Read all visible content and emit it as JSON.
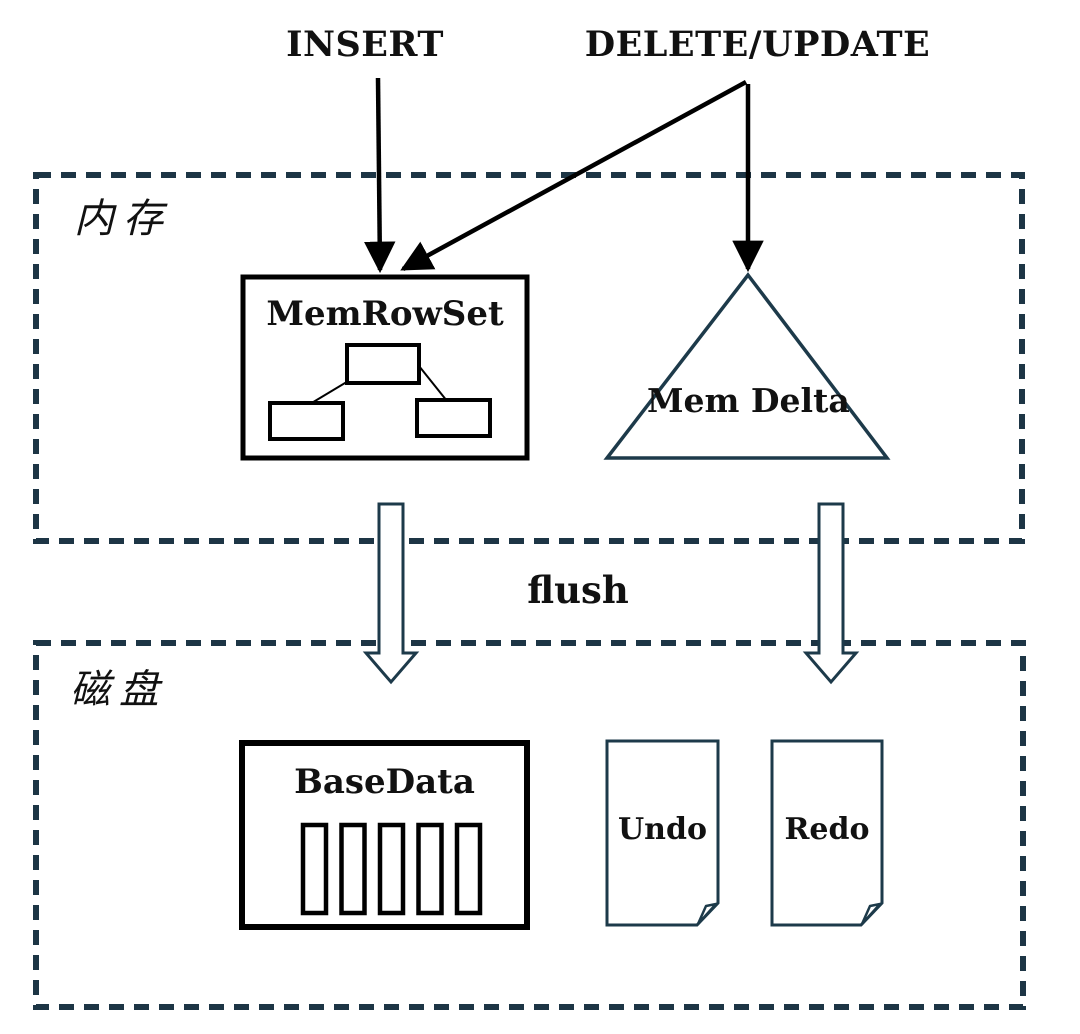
{
  "diagram": {
    "labels": {
      "insert": "INSERT",
      "delete_update": "DELETE/UPDATE",
      "flush": "flush"
    },
    "memory_region": {
      "label": "内存",
      "memrowset": "MemRowSet",
      "mem_delta": "Mem Delta"
    },
    "disk_region": {
      "label": "磁盘",
      "base_data": "BaseData",
      "undo": "Undo",
      "redo": "Redo"
    },
    "colors": {
      "region_border": "#1d3545",
      "shape_outline": "#1d3a4a",
      "arrow": "#000000",
      "text": "#111111",
      "background": "#ffffff"
    }
  }
}
